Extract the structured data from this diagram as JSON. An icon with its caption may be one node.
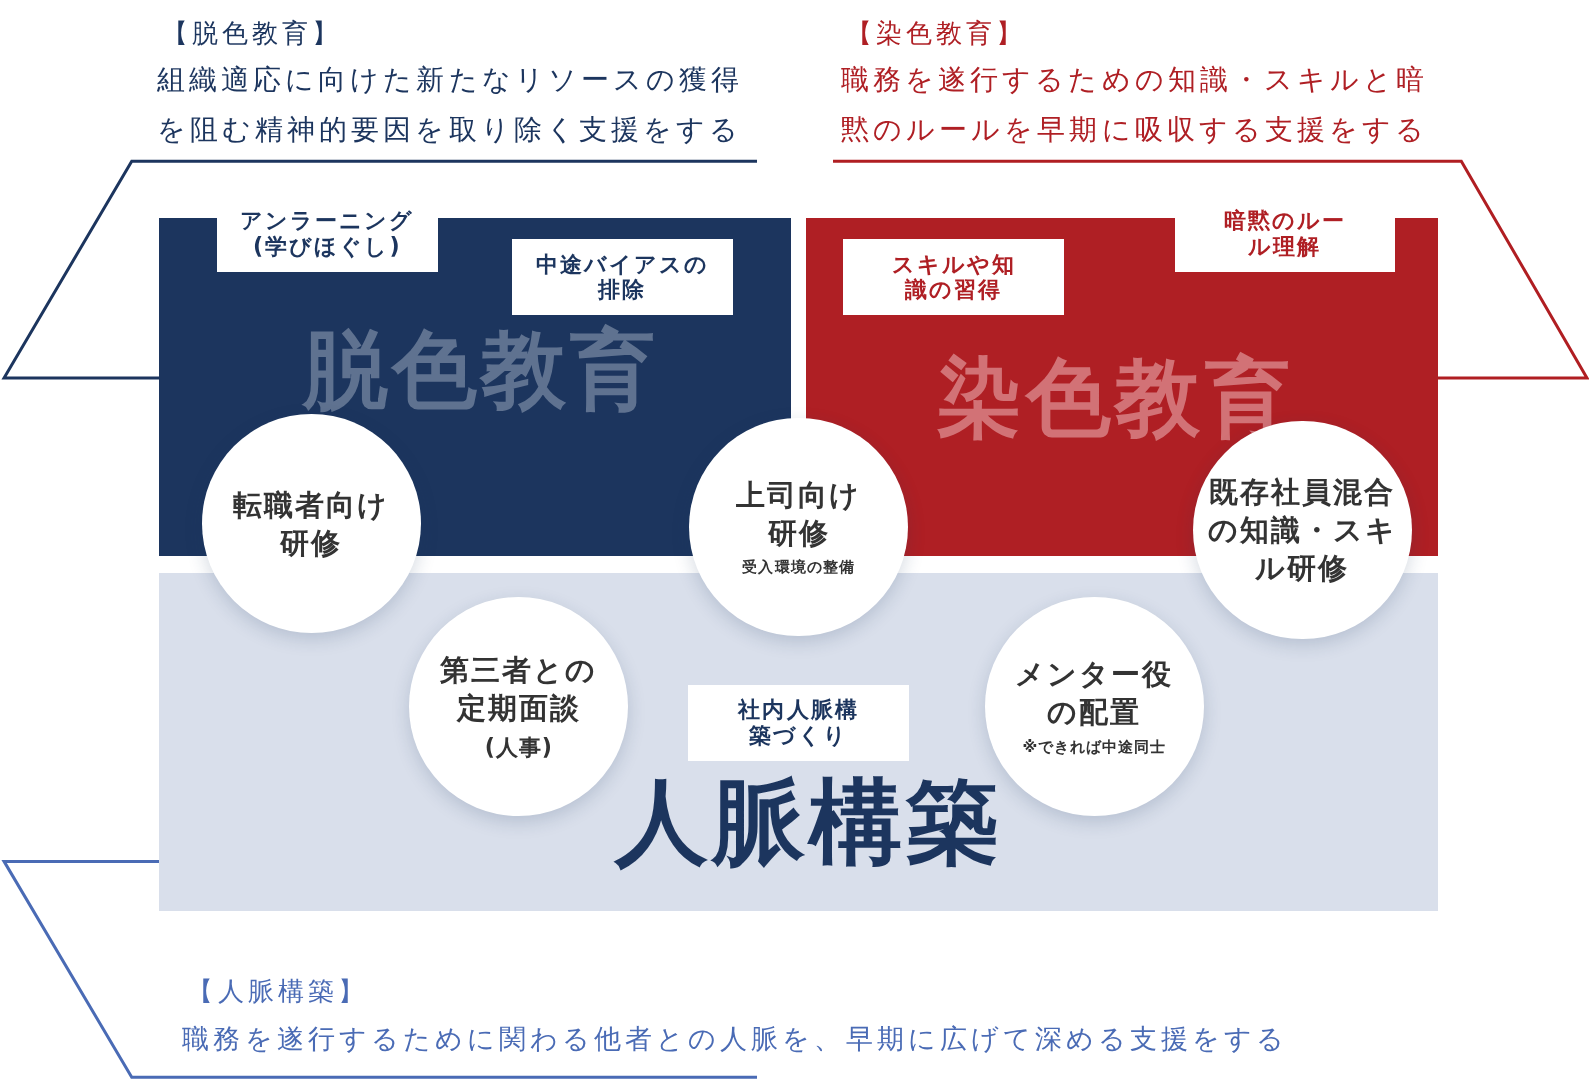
{
  "diagram": {
    "nodes": [
      {
        "text": [
          "脱色教育"
        ]
      },
      {
        "text": [
          "染色教育"
        ]
      },
      {
        "text": [
          "人脈構築"
        ]
      },
      {
        "text": [
          "アンラーニング(学びほぐし)"
        ]
      },
      {
        "text": [
          "中途バイアスの排除"
        ],
        "in": 0
      },
      {
        "text": [
          "スキルや知識の習得"
        ],
        "in": 1
      },
      {
        "text": [
          "暗黙のルール理解"
        ]
      },
      {
        "text": [
          "社内人脈構築づくり"
        ],
        "in": 2
      },
      {
        "text": [
          "転職者向け研修"
        ]
      },
      {
        "text": [
          "上司向け研修",
          "受入環境の整備"
        ]
      },
      {
        "text": [
          "既存社員混合の知識・スキル研修"
        ]
      },
      {
        "text": [
          "第三者との定期面談",
          "(人事)"
        ],
        "in": 2
      },
      {
        "text": [
          "メンター役の配置",
          "※できれば中途同士"
        ],
        "in": 2
      }
    ],
    "labels": [
      "【脱色教育】",
      "組織適応に向けた新たなリソースの獲得を阻む精神的要因を取り除く支援をする",
      "【染色教育】",
      "職務を遂行するための知識・スキルと暗黙のルールを早期に吸収する支援をする",
      "【人脈構築】",
      "職務を遂行するために関わる他者との人脈を、早期に広げて深める支援をする"
    ]
  }
}
